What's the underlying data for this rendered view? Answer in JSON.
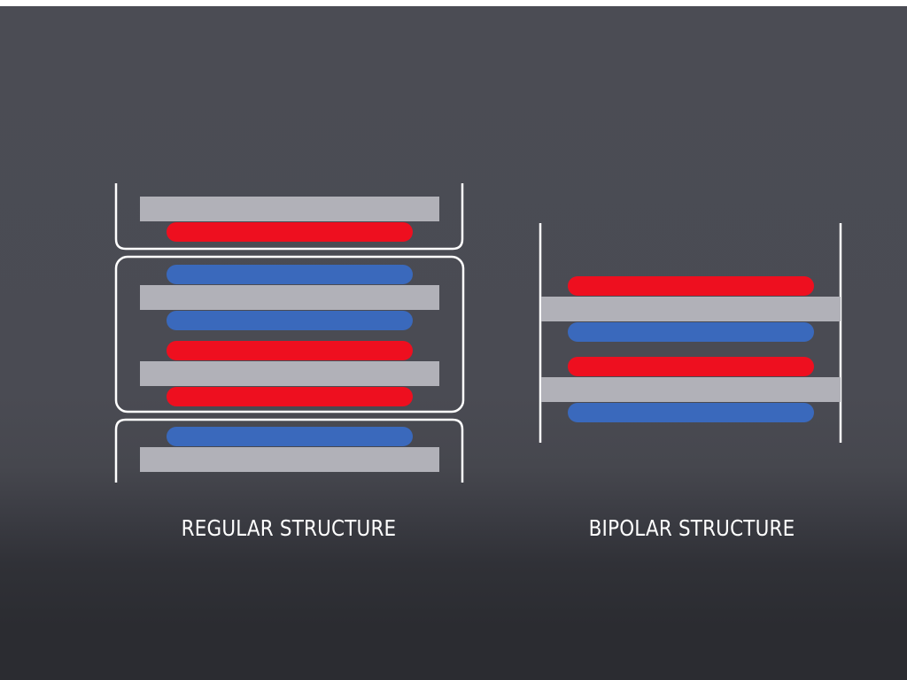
{
  "captions": {
    "regular": "REGULAR STRUCTURE",
    "bipolar": "BIPOLAR STRUCTURE"
  },
  "colors": {
    "background_top": "#4b4c54",
    "background_bottom": "#2b2c31",
    "current_collector": "#b1b1b8",
    "electrode_red": "#ee0f1f",
    "electrode_blue": "#3a69bc",
    "casing_outline": "#ffffff"
  },
  "regular_structure": {
    "layers": [
      "collector",
      "red",
      "blue",
      "collector",
      "blue",
      "red",
      "collector",
      "red",
      "blue",
      "collector"
    ]
  },
  "bipolar_structure": {
    "layers": [
      "red",
      "collector",
      "blue",
      "red",
      "collector",
      "blue"
    ]
  }
}
